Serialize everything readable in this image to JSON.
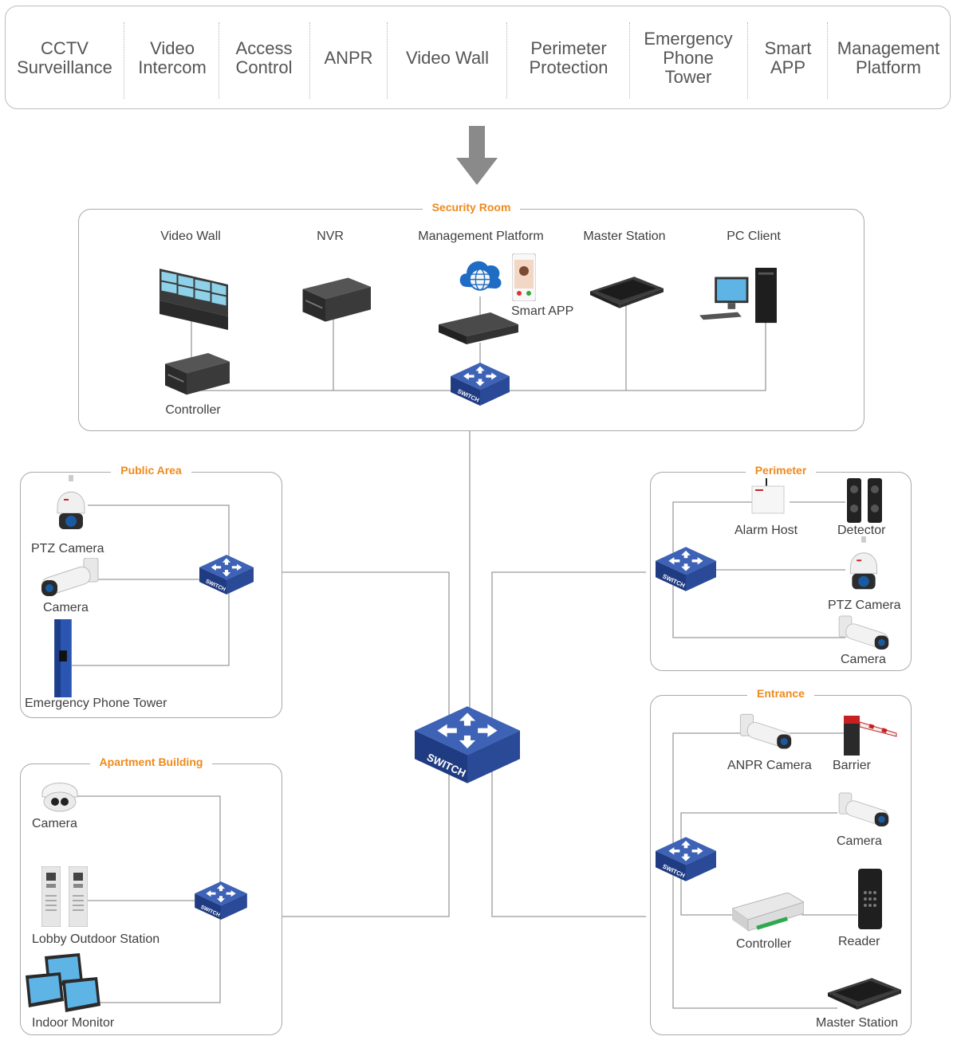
{
  "categories": [
    {
      "label": "CCTV\nSurveillance"
    },
    {
      "label": "Video\nIntercom"
    },
    {
      "label": "Access\nControl"
    },
    {
      "label": "ANPR"
    },
    {
      "label": "Video Wall"
    },
    {
      "label": "Perimeter\nProtection"
    },
    {
      "label": "Emergency\nPhone\nTower"
    },
    {
      "label": "Smart\nAPP"
    },
    {
      "label": "Management\nPlatform"
    }
  ],
  "security_room": {
    "title": "Security Room",
    "video_wall": "Video Wall",
    "nvr": "NVR",
    "management_platform": "Management Platform",
    "master_station": "Master Station",
    "pc_client": "PC Client",
    "smart_app": "Smart APP",
    "controller": "Controller"
  },
  "public_area": {
    "title": "Public Area",
    "ptz_camera": "PTZ Camera",
    "camera": "Camera",
    "emergency_phone_tower": "Emergency Phone Tower"
  },
  "apartment": {
    "title": "Apartment Building",
    "camera": "Camera",
    "lobby_outdoor_station": "Lobby Outdoor Station",
    "indoor_monitor": "Indoor Monitor"
  },
  "perimeter": {
    "title": "Perimeter",
    "alarm_host": "Alarm Host",
    "detector": "Detector",
    "ptz_camera": "PTZ Camera",
    "camera": "Camera"
  },
  "entrance": {
    "title": "Entrance",
    "anpr_camera": "ANPR Camera",
    "barrier": "Barrier",
    "camera": "Camera",
    "controller": "Controller",
    "reader": "Reader",
    "master_station": "Master Station"
  },
  "switch_label": "SWITCH",
  "colors": {
    "accent": "#ee8a1c",
    "switch": "#2d4ea0",
    "border": "#a9a9a9",
    "line": "#9a9a9a"
  }
}
